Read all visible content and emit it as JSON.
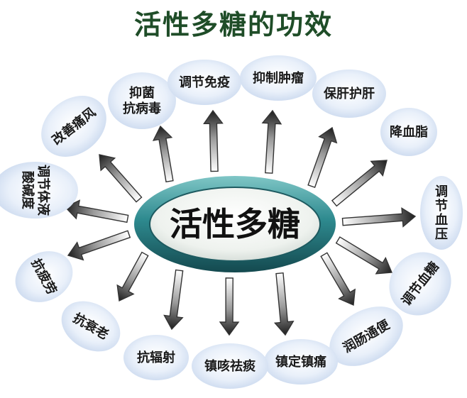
{
  "title": "活性多糖的功效",
  "center": {
    "label": "活性多糖"
  },
  "benefits": [
    {
      "lines": [
        "抑菌",
        "抗病毒"
      ]
    },
    {
      "lines": [
        "调节免疫"
      ]
    },
    {
      "lines": [
        "抑制肿瘤"
      ]
    },
    {
      "lines": [
        "保肝护肝"
      ]
    },
    {
      "lines": [
        "降血脂"
      ]
    },
    {
      "lines": [
        "调",
        "节",
        "血",
        "压"
      ]
    },
    {
      "lines": [
        "调节血糖"
      ]
    },
    {
      "lines": [
        "润肠通便"
      ]
    },
    {
      "lines": [
        "镇定镇痛"
      ]
    },
    {
      "lines": [
        "镇咳祛痰"
      ]
    },
    {
      "lines": [
        "抗辐射"
      ]
    },
    {
      "lines": [
        "抗衰老"
      ]
    },
    {
      "lines": [
        "抗疲劳"
      ]
    },
    {
      "lines": [
        "调节体液",
        "酸碱度"
      ]
    },
    {
      "lines": [
        "改善痛风"
      ]
    }
  ],
  "colors": {
    "title": "#1f4d28",
    "bubble": "#dde8f7",
    "ring": "#2e8a8f",
    "ring_dark": "#1d5a60",
    "center_fill": "#eef2ee",
    "arrow_dark": "#1e1e1e",
    "arrow_light": "#ffffff"
  }
}
